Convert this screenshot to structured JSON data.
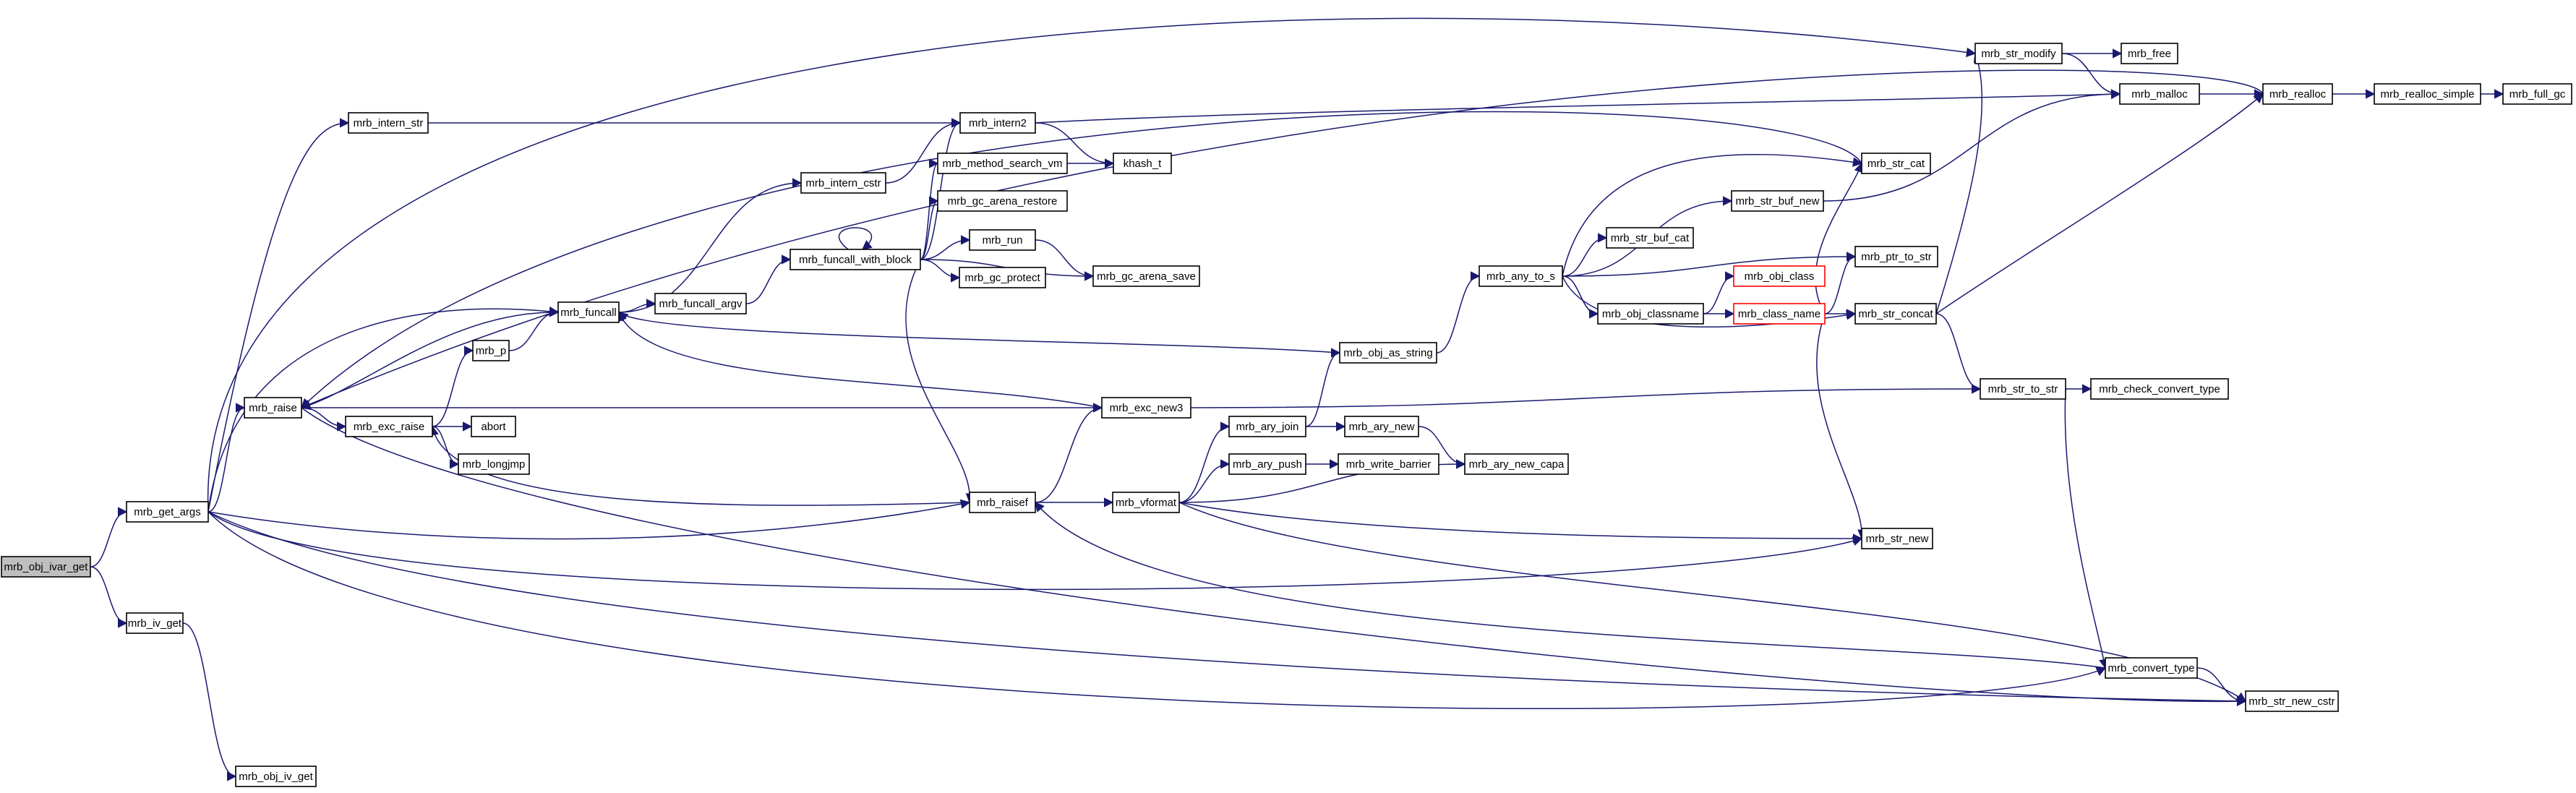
{
  "colors": {
    "edge": "#191970",
    "root_fill": "#bfbfbf",
    "node_border": "#000000",
    "incomplete_border": "#ff0000"
  },
  "nodes": [
    {
      "id": "mrb_obj_ivar_get",
      "label": "mrb_obj_ivar_get",
      "style": "root"
    },
    {
      "id": "mrb_get_args",
      "label": "mrb_get_args"
    },
    {
      "id": "mrb_iv_get",
      "label": "mrb_iv_get"
    },
    {
      "id": "mrb_obj_iv_get",
      "label": "mrb_obj_iv_get"
    },
    {
      "id": "mrb_intern_str",
      "label": "mrb_intern_str"
    },
    {
      "id": "mrb_raise",
      "label": "mrb_raise"
    },
    {
      "id": "mrb_funcall",
      "label": "mrb_funcall"
    },
    {
      "id": "mrb_p",
      "label": "mrb_p"
    },
    {
      "id": "mrb_exc_raise",
      "label": "mrb_exc_raise"
    },
    {
      "id": "abort",
      "label": "abort"
    },
    {
      "id": "mrb_longjmp",
      "label": "mrb_longjmp"
    },
    {
      "id": "mrb_funcall_argv",
      "label": "mrb_funcall_argv"
    },
    {
      "id": "mrb_intern_cstr",
      "label": "mrb_intern_cstr"
    },
    {
      "id": "mrb_intern2",
      "label": "mrb_intern2"
    },
    {
      "id": "mrb_funcall_with_block",
      "label": "mrb_funcall_with_block"
    },
    {
      "id": "mrb_method_search_vm",
      "label": "mrb_method_search_vm"
    },
    {
      "id": "khash_t",
      "label": "khash_t"
    },
    {
      "id": "mrb_gc_arena_restore",
      "label": "mrb_gc_arena_restore"
    },
    {
      "id": "mrb_run",
      "label": "mrb_run"
    },
    {
      "id": "mrb_gc_protect",
      "label": "mrb_gc_protect"
    },
    {
      "id": "mrb_gc_arena_save",
      "label": "mrb_gc_arena_save"
    },
    {
      "id": "mrb_raisef",
      "label": "mrb_raisef"
    },
    {
      "id": "mrb_exc_new3",
      "label": "mrb_exc_new3"
    },
    {
      "id": "mrb_vformat",
      "label": "mrb_vformat"
    },
    {
      "id": "mrb_obj_as_string",
      "label": "mrb_obj_as_string"
    },
    {
      "id": "mrb_ary_join",
      "label": "mrb_ary_join"
    },
    {
      "id": "mrb_ary_new",
      "label": "mrb_ary_new"
    },
    {
      "id": "mrb_ary_push",
      "label": "mrb_ary_push"
    },
    {
      "id": "mrb_write_barrier",
      "label": "mrb_write_barrier"
    },
    {
      "id": "mrb_ary_new_capa",
      "label": "mrb_ary_new_capa"
    },
    {
      "id": "mrb_any_to_s",
      "label": "mrb_any_to_s"
    },
    {
      "id": "mrb_str_buf_cat",
      "label": "mrb_str_buf_cat"
    },
    {
      "id": "mrb_str_buf_new",
      "label": "mrb_str_buf_new"
    },
    {
      "id": "mrb_str_cat",
      "label": "mrb_str_cat"
    },
    {
      "id": "mrb_obj_classname",
      "label": "mrb_obj_classname"
    },
    {
      "id": "mrb_obj_class",
      "label": "mrb_obj_class",
      "style": "red"
    },
    {
      "id": "mrb_class_name",
      "label": "mrb_class_name",
      "style": "red"
    },
    {
      "id": "mrb_ptr_to_str",
      "label": "mrb_ptr_to_str"
    },
    {
      "id": "mrb_str_concat",
      "label": "mrb_str_concat"
    },
    {
      "id": "mrb_str_new",
      "label": "mrb_str_new"
    },
    {
      "id": "mrb_str_modify",
      "label": "mrb_str_modify"
    },
    {
      "id": "mrb_free",
      "label": "mrb_free"
    },
    {
      "id": "mrb_malloc",
      "label": "mrb_malloc"
    },
    {
      "id": "mrb_realloc",
      "label": "mrb_realloc"
    },
    {
      "id": "mrb_realloc_simple",
      "label": "mrb_realloc_simple"
    },
    {
      "id": "mrb_full_gc",
      "label": "mrb_full_gc"
    },
    {
      "id": "mrb_str_to_str",
      "label": "mrb_str_to_str"
    },
    {
      "id": "mrb_check_convert_type",
      "label": "mrb_check_convert_type"
    },
    {
      "id": "mrb_convert_type",
      "label": "mrb_convert_type"
    },
    {
      "id": "mrb_str_new_cstr",
      "label": "mrb_str_new_cstr"
    }
  ],
  "edges": [
    [
      "mrb_obj_ivar_get",
      "mrb_get_args"
    ],
    [
      "mrb_obj_ivar_get",
      "mrb_iv_get"
    ],
    [
      "mrb_iv_get",
      "mrb_obj_iv_get"
    ],
    [
      "mrb_get_args",
      "mrb_intern_str"
    ],
    [
      "mrb_get_args",
      "mrb_str_modify"
    ],
    [
      "mrb_get_args",
      "mrb_funcall"
    ],
    [
      "mrb_get_args",
      "mrb_raise"
    ],
    [
      "mrb_get_args",
      "mrb_raisef"
    ],
    [
      "mrb_get_args",
      "mrb_str_new"
    ],
    [
      "mrb_get_args",
      "mrb_str_new_cstr"
    ],
    [
      "mrb_get_args",
      "mrb_convert_type"
    ],
    [
      "mrb_intern_str",
      "mrb_intern2"
    ],
    [
      "mrb_raise",
      "mrb_exc_new3"
    ],
    [
      "mrb_raise",
      "mrb_exc_raise"
    ],
    [
      "mrb_raise",
      "mrb_str_new_cstr"
    ],
    [
      "mrb_funcall",
      "mrb_funcall_argv"
    ],
    [
      "mrb_funcall",
      "mrb_intern_cstr"
    ],
    [
      "mrb_funcall",
      "mrb_raise"
    ],
    [
      "mrb_p",
      "mrb_funcall"
    ],
    [
      "mrb_exc_raise",
      "mrb_p"
    ],
    [
      "mrb_exc_raise",
      "abort"
    ],
    [
      "mrb_exc_raise",
      "mrb_longjmp"
    ],
    [
      "mrb_funcall_argv",
      "mrb_funcall_with_block"
    ],
    [
      "mrb_intern_cstr",
      "mrb_intern2"
    ],
    [
      "mrb_intern2",
      "khash_t"
    ],
    [
      "mrb_intern2",
      "mrb_malloc"
    ],
    [
      "mrb_funcall_with_block",
      "mrb_funcall_with_block"
    ],
    [
      "mrb_funcall_with_block",
      "mrb_intern2"
    ],
    [
      "mrb_funcall_with_block",
      "mrb_method_search_vm"
    ],
    [
      "mrb_funcall_with_block",
      "mrb_gc_arena_restore"
    ],
    [
      "mrb_funcall_with_block",
      "mrb_run"
    ],
    [
      "mrb_funcall_with_block",
      "mrb_gc_protect"
    ],
    [
      "mrb_funcall_with_block",
      "mrb_gc_arena_save"
    ],
    [
      "mrb_funcall_with_block",
      "mrb_raisef"
    ],
    [
      "mrb_method_search_vm",
      "khash_t"
    ],
    [
      "mrb_run",
      "mrb_gc_arena_save"
    ],
    [
      "mrb_raisef",
      "mrb_exc_new3"
    ],
    [
      "mrb_raisef",
      "mrb_vformat"
    ],
    [
      "mrb_raisef",
      "mrb_exc_raise"
    ],
    [
      "mrb_exc_new3",
      "mrb_funcall"
    ],
    [
      "mrb_exc_new3",
      "mrb_str_to_str"
    ],
    [
      "mrb_vformat",
      "mrb_ary_join"
    ],
    [
      "mrb_vformat",
      "mrb_ary_push"
    ],
    [
      "mrb_vformat",
      "mrb_ary_new_capa"
    ],
    [
      "mrb_vformat",
      "mrb_str_new"
    ],
    [
      "mrb_vformat",
      "mrb_str_new_cstr"
    ],
    [
      "mrb_ary_join",
      "mrb_ary_new"
    ],
    [
      "mrb_ary_join",
      "mrb_obj_as_string"
    ],
    [
      "mrb_ary_new",
      "mrb_ary_new_capa"
    ],
    [
      "mrb_ary_push",
      "mrb_write_barrier"
    ],
    [
      "mrb_obj_as_string",
      "mrb_any_to_s"
    ],
    [
      "mrb_obj_as_string",
      "mrb_funcall"
    ],
    [
      "mrb_any_to_s",
      "mrb_str_cat"
    ],
    [
      "mrb_any_to_s",
      "mrb_str_buf_new"
    ],
    [
      "mrb_any_to_s",
      "mrb_str_buf_cat"
    ],
    [
      "mrb_any_to_s",
      "mrb_ptr_to_str"
    ],
    [
      "mrb_any_to_s",
      "mrb_obj_classname"
    ],
    [
      "mrb_any_to_s",
      "mrb_str_concat"
    ],
    [
      "mrb_str_buf_new",
      "mrb_malloc"
    ],
    [
      "mrb_obj_classname",
      "mrb_obj_class"
    ],
    [
      "mrb_obj_classname",
      "mrb_class_name"
    ],
    [
      "mrb_class_name",
      "mrb_str_cat"
    ],
    [
      "mrb_class_name",
      "mrb_ptr_to_str"
    ],
    [
      "mrb_class_name",
      "mrb_str_concat"
    ],
    [
      "mrb_class_name",
      "mrb_str_new"
    ],
    [
      "mrb_str_cat",
      "mrb_raise"
    ],
    [
      "mrb_str_concat",
      "mrb_str_modify"
    ],
    [
      "mrb_str_concat",
      "mrb_realloc"
    ],
    [
      "mrb_str_concat",
      "mrb_str_to_str"
    ],
    [
      "mrb_str_modify",
      "mrb_free"
    ],
    [
      "mrb_str_modify",
      "mrb_malloc"
    ],
    [
      "mrb_malloc",
      "mrb_realloc"
    ],
    [
      "mrb_realloc",
      "mrb_realloc_simple"
    ],
    [
      "mrb_realloc",
      "mrb_raise"
    ],
    [
      "mrb_realloc_simple",
      "mrb_full_gc"
    ],
    [
      "mrb_str_to_str",
      "mrb_check_convert_type"
    ],
    [
      "mrb_str_to_str",
      "mrb_convert_type"
    ],
    [
      "mrb_convert_type",
      "mrb_raisef"
    ],
    [
      "mrb_convert_type",
      "mrb_str_new_cstr"
    ]
  ]
}
